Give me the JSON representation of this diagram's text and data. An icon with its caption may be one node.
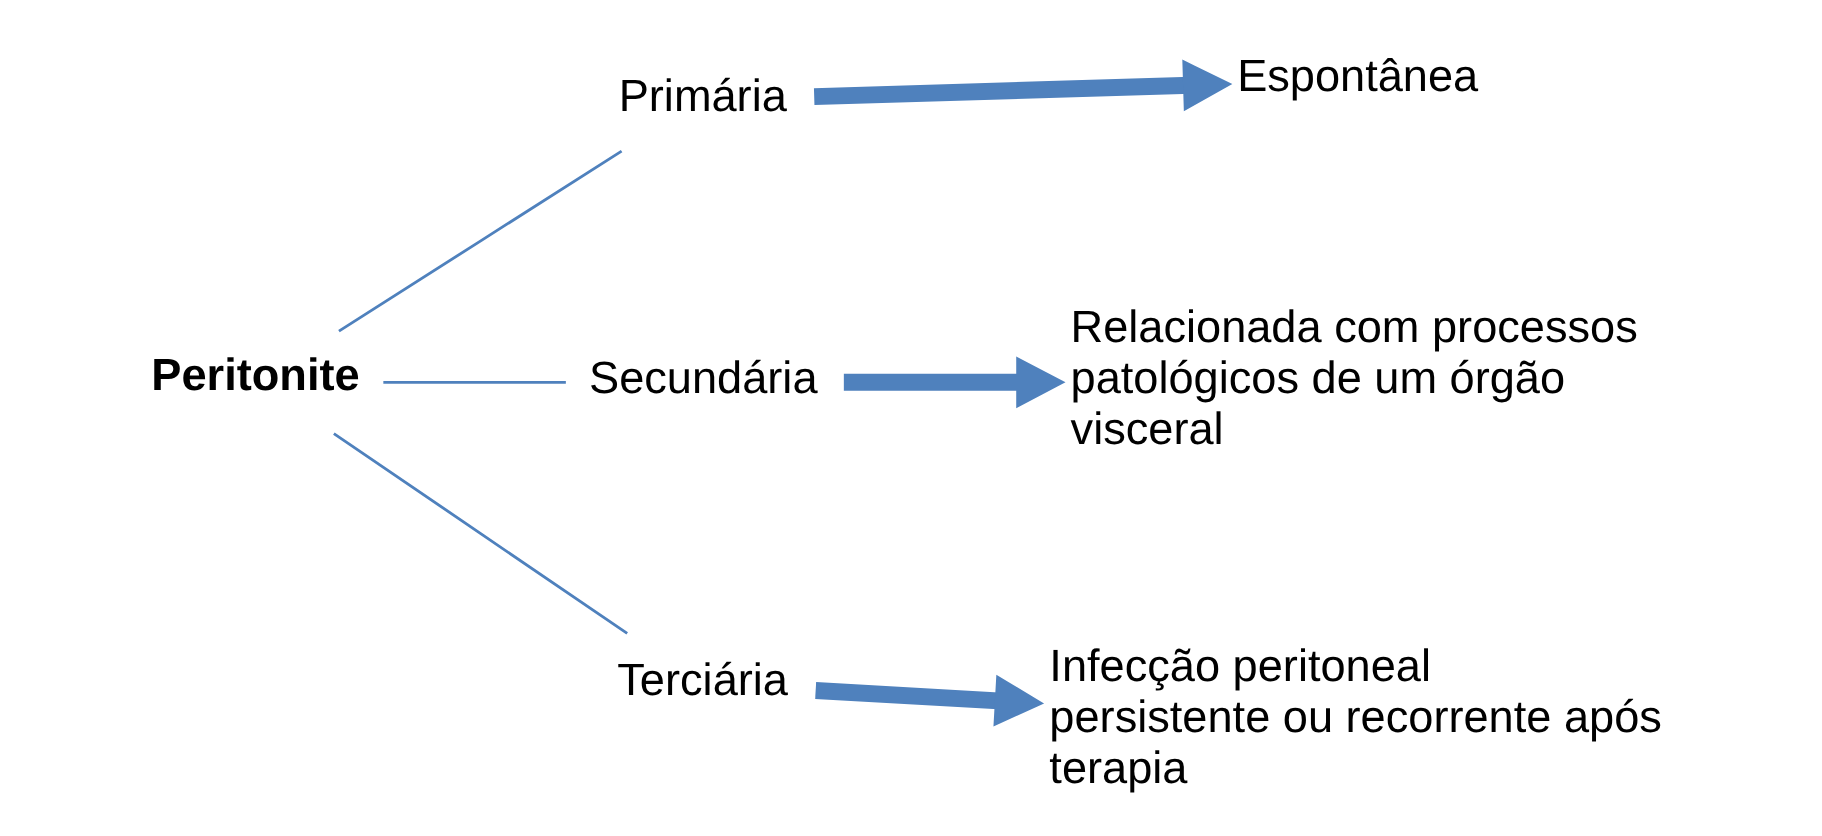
{
  "diagram": {
    "nodes": [
      {
        "text": [
          "Peritonite"
        ]
      },
      {
        "text": [
          "Primária"
        ]
      },
      {
        "text": [
          "Espontânea"
        ]
      },
      {
        "text": [
          "Secundária"
        ]
      },
      {
        "text": [
          "Relacionada com processos patológicos de um órgão visceral"
        ]
      },
      {
        "text": [
          "Terciária"
        ]
      },
      {
        "text": [
          "Infecção peritoneal persistente ou recorrente após terapia"
        ]
      }
    ],
    "edges": [
      {
        "from": 0,
        "to": 1,
        "arrow": "none"
      },
      {
        "from": 0,
        "to": 3,
        "arrow": "none"
      },
      {
        "from": 0,
        "to": 5,
        "arrow": "none"
      },
      {
        "from": 1,
        "to": 2,
        "arrow": "to",
        "style": "thick"
      },
      {
        "from": 3,
        "to": 4,
        "arrow": "to",
        "style": "thick"
      },
      {
        "from": 5,
        "to": 6,
        "arrow": "to",
        "style": "thick"
      }
    ]
  }
}
